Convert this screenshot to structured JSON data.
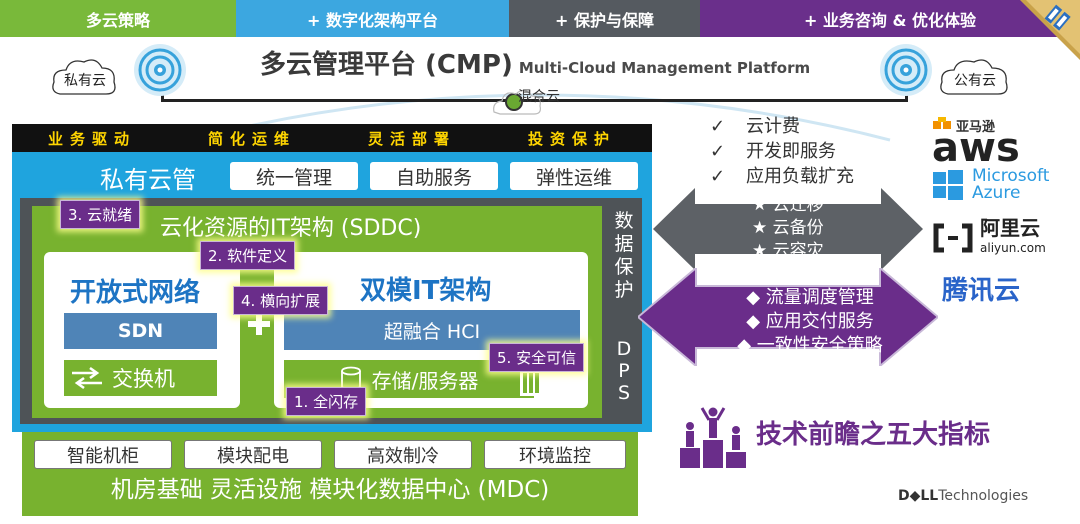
{
  "top_bar": [
    "多云策略",
    "+ 数字化架构平台",
    "+ 保护与保障",
    "+ 业务咨询 & 优化体验"
  ],
  "cmp": {
    "title": "多云管理平台 (CMP)",
    "subtitle": "Multi-Cloud Management Platform"
  },
  "clouds": {
    "private": "私有云",
    "public": "公有云",
    "hybrid": "混合云"
  },
  "black_bar": [
    "业务驱动",
    "简化运维",
    "灵活部署",
    "投资保护"
  ],
  "private_mgmt": {
    "title": "私有云管",
    "pills": [
      "统一管理",
      "自助服务",
      "弹性运维"
    ]
  },
  "sddc": {
    "title": "云化资源的IT架构 (SDDC)"
  },
  "network": {
    "title": "开放式网络",
    "sdn": "SDN",
    "switch": "交换机"
  },
  "bimodal": {
    "title": "双模IT架构",
    "hci": "超融合 HCI",
    "storage": "存储/服务器"
  },
  "data_protection": {
    "v1": "数",
    "v2": "据",
    "v3": "保",
    "v4": "护",
    "d": "D",
    "p": "P",
    "s": "S"
  },
  "tags": [
    "3. 云就绪",
    "2. 软件定义",
    "4. 横向扩展",
    "5. 安全可信",
    "1. 全闪存"
  ],
  "infra": {
    "pills": [
      "智能机柜",
      "模块配电",
      "高效制冷",
      "环境监控"
    ],
    "title": "机房基础 灵活设施 模块化数据中心 (MDC)"
  },
  "check_list": [
    "云计费",
    "开发即服务",
    "应用负载扩充"
  ],
  "check_mark": "✓",
  "star_list": [
    "★ 云迁移",
    "★ 云备份",
    "★ 云容灾"
  ],
  "diamond_list": [
    "◆ 流量调度管理",
    "◆ 应用交付服务",
    "◆ 一致性安全策略"
  ],
  "five_title": "技术前瞻之五大指标",
  "logos": {
    "aws_cn": "亚马逊",
    "aws": "aws",
    "azure1": "Microsoft",
    "azure2": "Azure",
    "ali_cn": "阿里云",
    "ali_en": "aliyun.com",
    "tencent": "腾讯云"
  },
  "dell": {
    "brand": "D◆LL",
    "tech": "Technologies"
  },
  "colors": {
    "green": "#78b22f",
    "blue": "#1fa4de",
    "purple": "#6a2d8a",
    "dark": "#4e5357"
  }
}
